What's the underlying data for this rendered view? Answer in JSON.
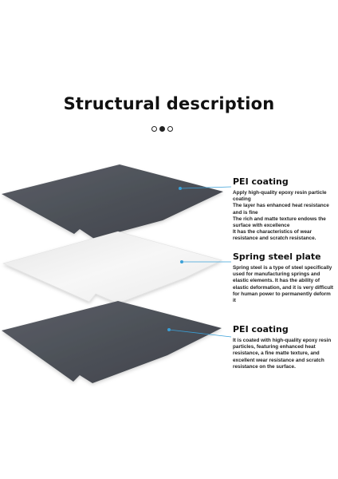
{
  "page": {
    "title": "Structural description",
    "carousel": {
      "count": 3,
      "active_index": 1
    }
  },
  "colors": {
    "plate_dark": "#4a4e55",
    "plate_light": "#f3f3f3",
    "accent_line": "#3aa0d8"
  },
  "layers": [
    {
      "title": "PEI coating",
      "lines": [
        "Apply high-quality epoxy resin particle coating",
        "The layer has enhanced heat resistance and is fine",
        "The rich and matte texture endows the surface with excellence",
        "It has the characteristics of wear resistance and scratch resistance."
      ]
    },
    {
      "title": "Spring steel plate",
      "lines": [
        "Spring steel is a type of steel specifically used for manufacturing springs and elastic elements. It has the ability of elastic deformation, and it is very difficult for human power to permanently deform it"
      ]
    },
    {
      "title": "PEI coating",
      "lines": [
        "It is coated with high-quality epoxy resin particles, featuring enhanced heat resistance, a fine matte texture, and excellent wear resistance and scratch resistance on the surface."
      ]
    }
  ]
}
